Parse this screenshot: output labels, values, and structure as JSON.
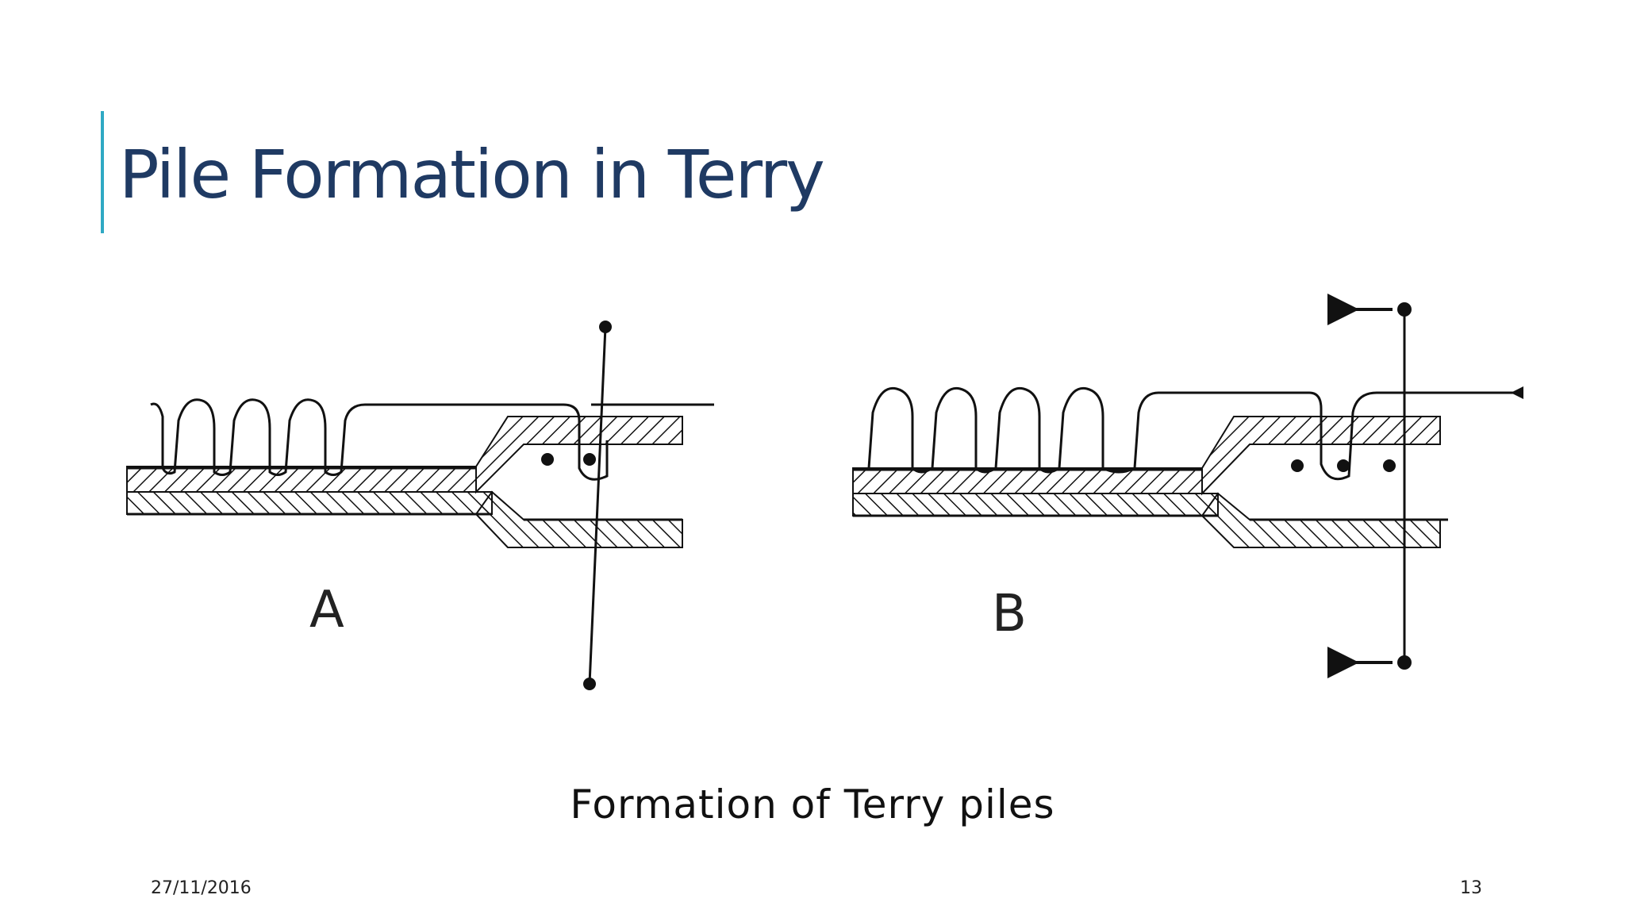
{
  "slide": {
    "title": "Pile Formation in Terry",
    "caption": "Formation of Terry piles",
    "footer_date": "27/11/2016",
    "page_number": "13",
    "accent_color": "#2fa9c4",
    "title_color": "#1f3a63"
  },
  "diagram": {
    "panels": [
      {
        "label": "A"
      },
      {
        "label": "B"
      }
    ]
  }
}
